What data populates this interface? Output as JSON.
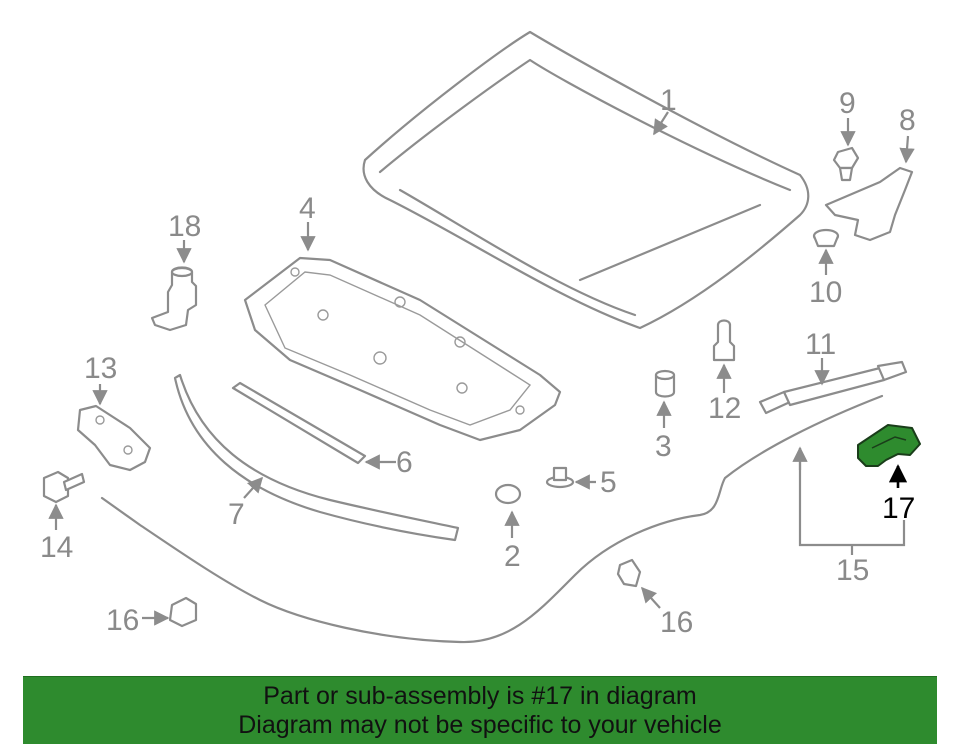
{
  "callouts": {
    "c1": "1",
    "c2": "2",
    "c3": "3",
    "c4": "4",
    "c5": "5",
    "c6": "6",
    "c7": "7",
    "c8": "8",
    "c9": "9",
    "c10": "10",
    "c11": "11",
    "c12": "12",
    "c13": "13",
    "c14": "14",
    "c15": "15",
    "c16a": "16",
    "c16b": "16",
    "c17": "17",
    "c18": "18"
  },
  "highlight": {
    "part": "17",
    "color": "#2e8b2e"
  },
  "banner": {
    "line1": "Part or sub-assembly is #17 in diagram",
    "line2": "Diagram may not be specific to your vehicle",
    "color": "#2e8b2e"
  }
}
